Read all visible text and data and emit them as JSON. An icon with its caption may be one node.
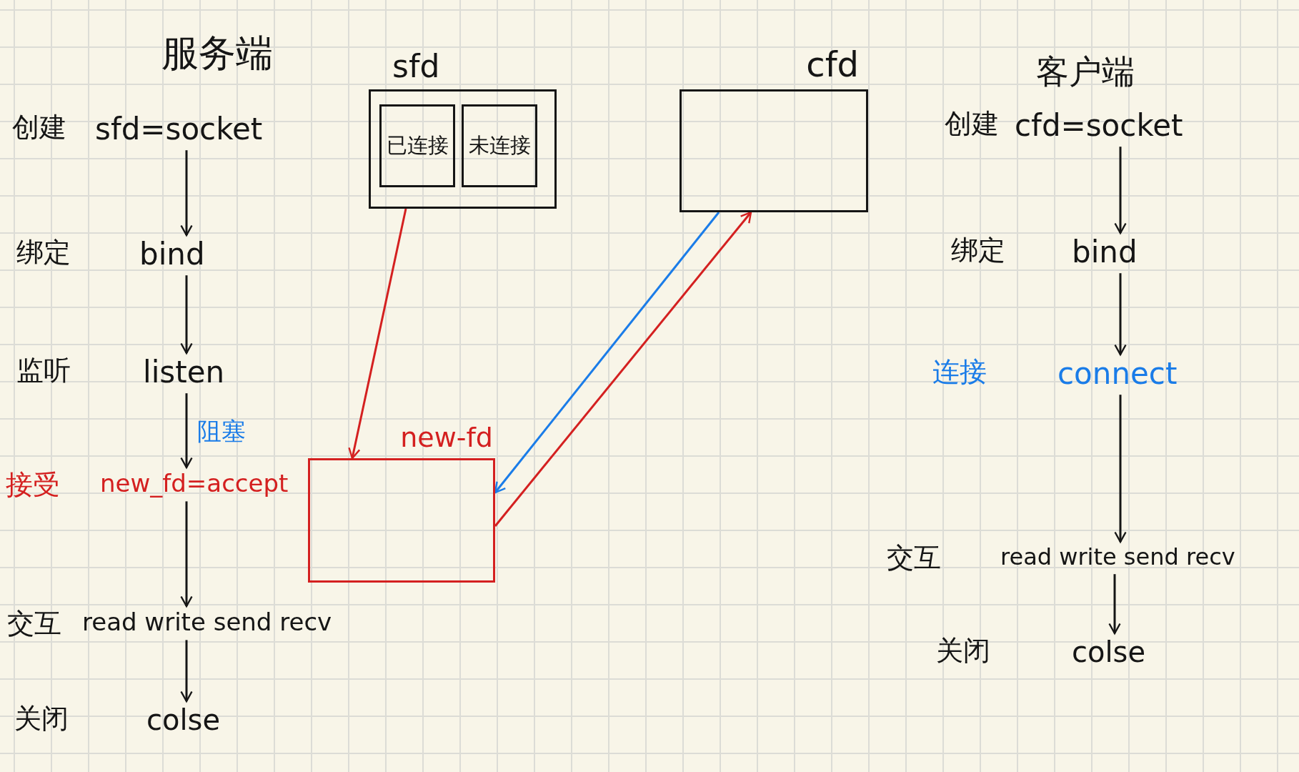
{
  "diagram": {
    "nodes": [
      {
        "text": [
          "sfd"
        ]
      },
      {
        "text": [
          "已连接"
        ],
        "in": 0
      },
      {
        "text": [
          "未连接"
        ],
        "in": 0
      },
      {
        "text": [
          "cfd"
        ]
      },
      {
        "text": [
          "new-fd"
        ]
      },
      {
        "text": [
          "sfd=socket"
        ],
        "beside": [
          "创建"
        ]
      },
      {
        "text": [
          "bind"
        ],
        "beside": [
          "绑定"
        ]
      },
      {
        "text": [
          "listen"
        ],
        "beside": [
          "监听"
        ]
      },
      {
        "text": [
          "new_fd=accept"
        ],
        "beside": [
          "接受"
        ]
      },
      {
        "text": [
          "read write send recv"
        ],
        "beside": [
          "交互"
        ]
      },
      {
        "text": [
          "colse"
        ],
        "beside": [
          "关闭"
        ]
      },
      {
        "text": [
          "cfd=socket"
        ],
        "beside": [
          "创建"
        ]
      },
      {
        "text": [
          "bind"
        ],
        "beside": [
          "绑定"
        ]
      },
      {
        "text": [
          "connect"
        ],
        "beside": [
          "连接"
        ]
      },
      {
        "text": [
          "read write send recv"
        ],
        "beside": [
          "交互"
        ]
      },
      {
        "text": [
          "colse"
        ],
        "beside": [
          "关闭"
        ]
      }
    ],
    "edges": [
      {
        "from": 5,
        "to": 6,
        "arrow": "to"
      },
      {
        "from": 6,
        "to": 7,
        "arrow": "to"
      },
      {
        "from": 7,
        "to": 8,
        "arrow": "to",
        "label": "阻塞"
      },
      {
        "from": 8,
        "to": 9,
        "arrow": "to"
      },
      {
        "from": 9,
        "to": 10,
        "arrow": "to"
      },
      {
        "from": 11,
        "to": 12,
        "arrow": "to"
      },
      {
        "from": 12,
        "to": 13,
        "arrow": "to"
      },
      {
        "from": 13,
        "to": 14,
        "arrow": "to"
      },
      {
        "from": 14,
        "to": 15,
        "arrow": "to"
      },
      {
        "from": 0,
        "to": 4,
        "arrow": "to",
        "color": "#d42020"
      },
      {
        "from": 3,
        "to": 4,
        "arrow": "to",
        "color": "#1a7ce8"
      },
      {
        "from": 4,
        "to": 3,
        "arrow": "to",
        "color": "#d42020"
      }
    ],
    "labels": [
      "服务端",
      "客户端"
    ]
  }
}
